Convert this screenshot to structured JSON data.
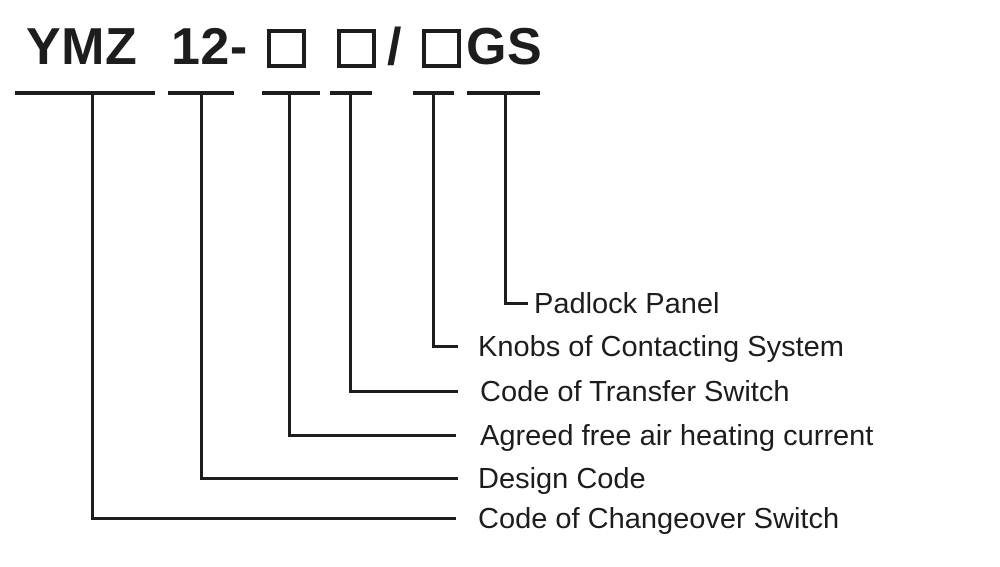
{
  "title": {
    "full_text": "YMZ 12-□ □/□GS",
    "parts": [
      {
        "text": "YMZ"
      },
      {
        "text": "12-"
      },
      {
        "symbol": "placeholder-box"
      },
      {
        "symbol": "placeholder-box"
      },
      {
        "text": "/"
      },
      {
        "symbol": "placeholder-box"
      },
      {
        "text": "GS"
      }
    ]
  },
  "legend": {
    "rows": [
      {
        "label": "Padlock Panel"
      },
      {
        "label": "Knobs of Contacting System"
      },
      {
        "label": "Code of Transfer Switch"
      },
      {
        "label": "Agreed free air heating current"
      },
      {
        "label": "Design Code"
      },
      {
        "label": "Code of Changeover Switch"
      }
    ]
  },
  "colors": {
    "ink": "#1d1d1d",
    "background": "#ffffff"
  }
}
